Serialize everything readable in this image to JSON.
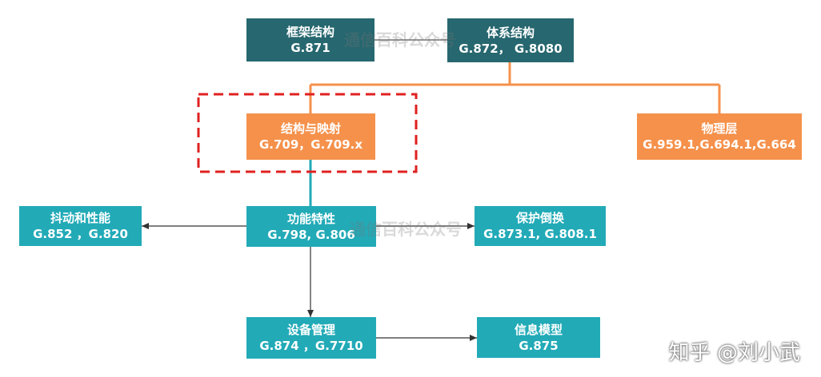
{
  "nodes": {
    "framework": {
      "title": "框架结构",
      "code": "G.871"
    },
    "architecture": {
      "title": "体系结构",
      "code": "G.872， G.8080"
    },
    "structure_mapping": {
      "title": "结构与映射",
      "code": "G.709，G.709.x"
    },
    "physical_layer": {
      "title": "物理层",
      "code": "G.959.1,G.694.1,G.664"
    },
    "jitter_performance": {
      "title": "抖动和性能",
      "code": "G.852 ，G.820"
    },
    "functional": {
      "title": "功能特性",
      "code": "G.798, G.806"
    },
    "protection": {
      "title": "保护倒换",
      "code": "G.873.1, G.808.1"
    },
    "equipment_mgmt": {
      "title": "设备管理",
      "code": "G.874 ，G.7710"
    },
    "info_model": {
      "title": "信息模型",
      "code": "G.875"
    }
  },
  "watermarks": [
    "通信百科公众号",
    "通信百科公众号"
  ],
  "credit": "知乎 @刘小武",
  "colors": {
    "dark": "#27676f",
    "orange": "#f5914b",
    "teal": "#22aab7",
    "highlight": "#e02020"
  }
}
